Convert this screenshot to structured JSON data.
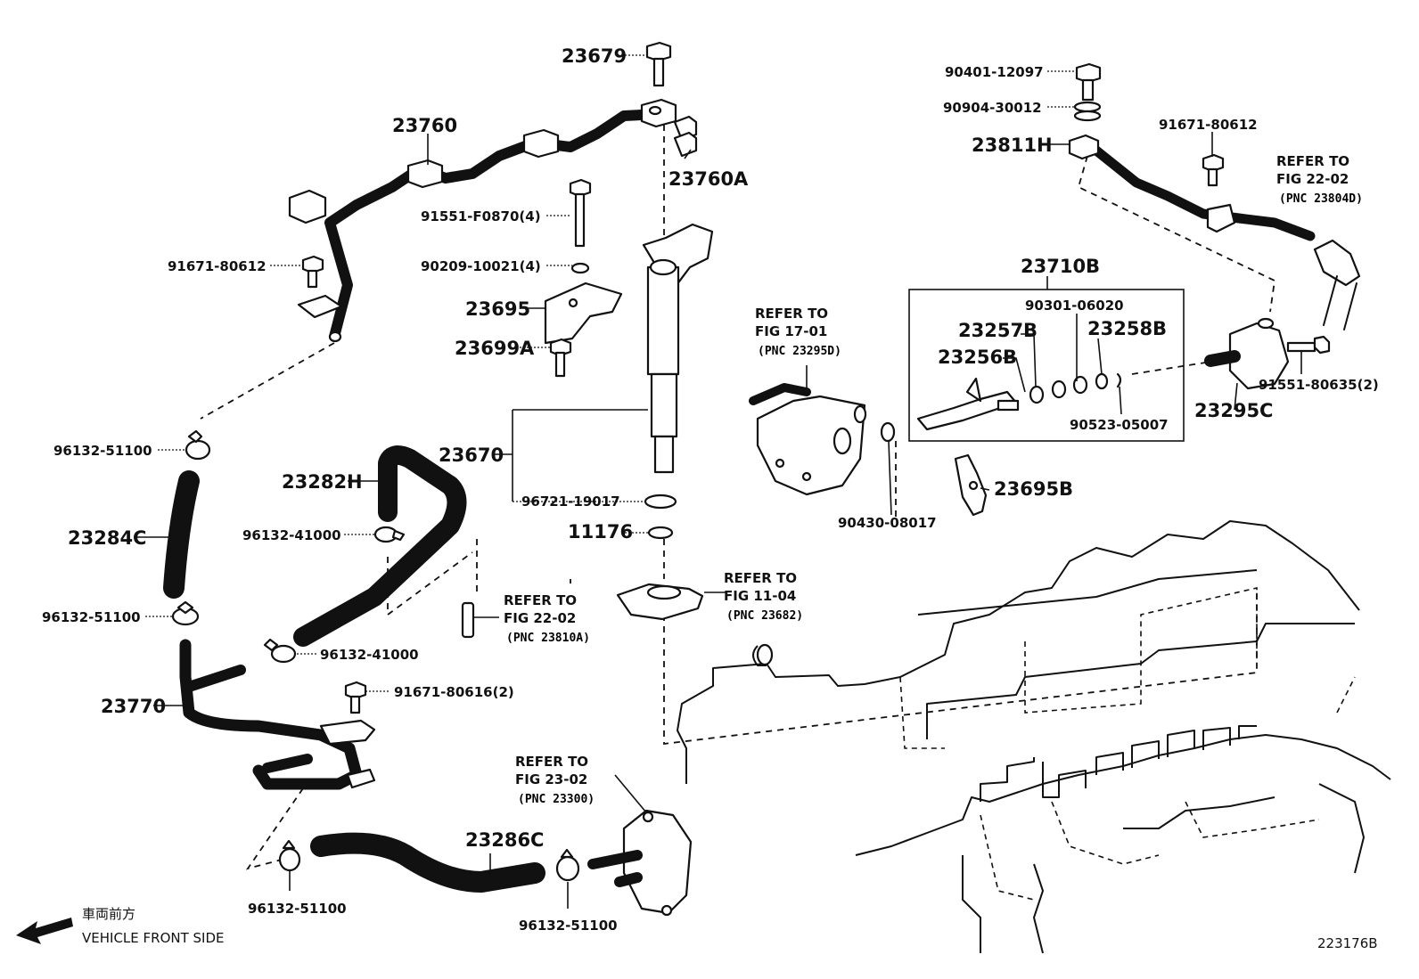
{
  "labels": {
    "p23679": "23679",
    "p23760": "23760",
    "p23760A": "23760A",
    "p91551_F0870": "91551-F0870(4)",
    "p90209": "90209-10021(4)",
    "p23695": "23695",
    "p23699A": "23699A",
    "p91671_left": "91671-80612",
    "p96132_51100_a": "96132-51100",
    "p23284C": "23284C",
    "p96132_51100_b": "96132-51100",
    "p23282H": "23282H",
    "p96132_41000_a": "96132-41000",
    "p96132_41000_b": "96132-41000",
    "p23670": "23670",
    "p96721": "96721-19017",
    "p11176": "11176",
    "p23770": "23770",
    "p91671_80616": "91671-80616(2)",
    "p23286C": "23286C",
    "p96132_51100_c": "96132-51100",
    "p96132_51100_d": "96132-51100",
    "p90401": "90401-12097",
    "p90904": "90904-30012",
    "p23811H": "23811H",
    "p91671_right": "91671-80612",
    "p23710B": "23710B",
    "p90301": "90301-06020",
    "p23257B": "23257B",
    "p23258B": "23258B",
    "p23256B": "23256B",
    "p90523": "90523-05007",
    "p90430": "90430-08017",
    "p23695B": "23695B",
    "p23295C": "23295C",
    "p91551_80635": "91551-80635(2)"
  },
  "refers": {
    "r17": {
      "line1": "REFER TO",
      "line2": "FIG 17-01",
      "line3": "(PNC 23295D)"
    },
    "r22a": {
      "line1": "REFER TO",
      "line2": "FIG 22-02",
      "line3": "(PNC 23810A)"
    },
    "r11": {
      "line1": "REFER TO",
      "line2": "FIG 11-04",
      "line3": "(PNC 23682)"
    },
    "r23": {
      "line1": "REFER TO",
      "line2": "FIG 23-02",
      "line3": "(PNC 23300)"
    },
    "r22b": {
      "line1": "REFER TO",
      "line2": "FIG 22-02",
      "line3": "(PNC 23804D)"
    }
  },
  "footer": {
    "front_jp": "車両前方",
    "front_en": "VEHICLE FRONT SIDE",
    "figure_id": "223176B",
    "arrow_icon": "arrow-left-icon"
  }
}
